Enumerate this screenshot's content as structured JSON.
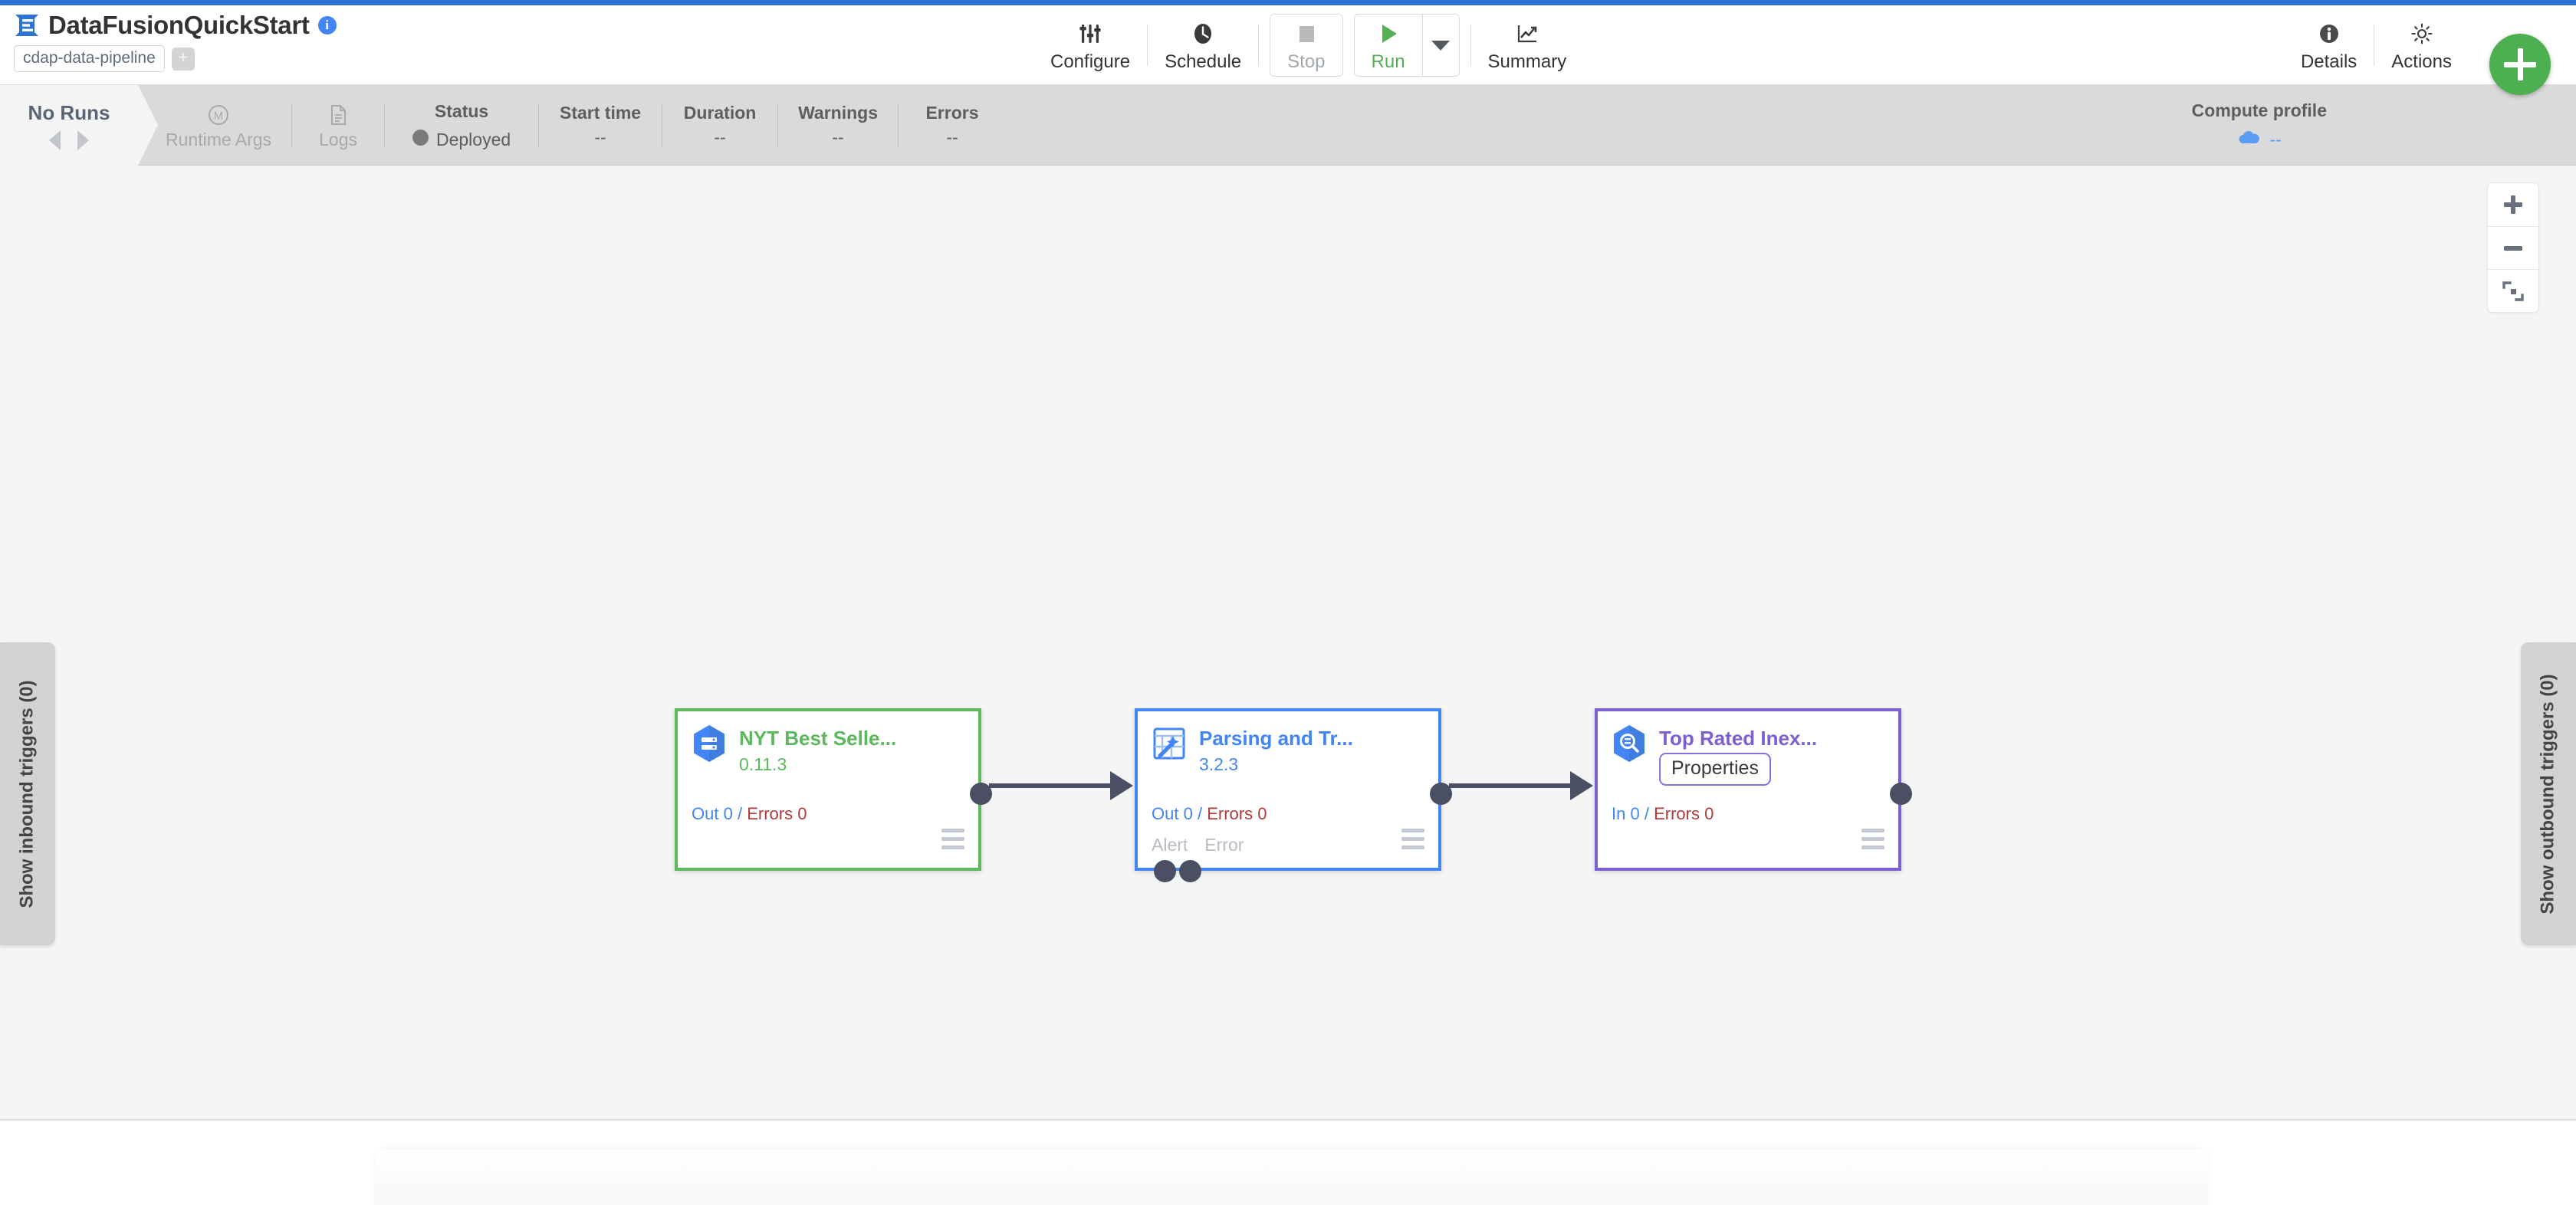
{
  "header": {
    "pipeline_title": "DataFusionQuickStart",
    "info_icon": "info-icon",
    "artifact_type": "cdap-data-pipeline",
    "add_tag_label": "+",
    "actions": [
      {
        "id": "configure",
        "label": "Configure",
        "icon": "sliders-icon"
      },
      {
        "id": "schedule",
        "label": "Schedule",
        "icon": "clock-icon"
      },
      {
        "id": "stop",
        "label": "Stop",
        "icon": "stop-square-icon",
        "disabled": true
      },
      {
        "id": "run",
        "label": "Run",
        "icon": "play-triangle-icon",
        "color": "#54b054"
      },
      {
        "id": "summary",
        "label": "Summary",
        "icon": "line-chart-icon"
      }
    ],
    "right_actions": [
      {
        "id": "details",
        "label": "Details",
        "icon": "info-circle-icon"
      },
      {
        "id": "actions",
        "label": "Actions",
        "icon": "gear-icon"
      }
    ],
    "fab_label": "add-pipeline-node"
  },
  "runbar": {
    "runs_label": "No Runs",
    "prev_run": "previous-run-arrow",
    "next_run": "next-run-arrow",
    "metrics": [
      {
        "id": "runtime-args",
        "head": "Runtime Args",
        "value": "",
        "icon": "macro-m-icon",
        "head_dim": true
      },
      {
        "id": "logs",
        "head": "Logs",
        "value": "",
        "icon": "document-icon",
        "head_dim": true
      },
      {
        "id": "status",
        "head": "Status",
        "value": "Deployed",
        "dot": "#7b7b7b"
      },
      {
        "id": "start-time",
        "head": "Start time",
        "value": "--"
      },
      {
        "id": "duration",
        "head": "Duration",
        "value": "--"
      },
      {
        "id": "warnings",
        "head": "Warnings",
        "value": "--"
      },
      {
        "id": "errors",
        "head": "Errors",
        "value": "--"
      }
    ],
    "compute_profile": {
      "head": "Compute profile",
      "value": "--",
      "icon": "cloud-icon"
    }
  },
  "canvas": {
    "zoom_in": "+",
    "zoom_out": "−",
    "fit_label": "fit-to-screen-icon",
    "left_tab": "Show inbound triggers (0)",
    "right_tab": "Show outbound triggers (0)",
    "nodes": [
      {
        "id": "nyt-best-sellers",
        "name": "NYT Best Selle...",
        "version": "0.11.3",
        "metrics_prefix": "Out 0",
        "metrics_sep": "/",
        "metrics_errors": "Errors 0",
        "icon": "bigquery-source-icon",
        "accent": "#5cb85c",
        "ports": []
      },
      {
        "id": "parsing-and-transform",
        "name": "Parsing and Tr...",
        "version": "3.2.3",
        "metrics_prefix": "Out 0",
        "metrics_sep": "/",
        "metrics_errors": "Errors 0",
        "icon": "wrangler-magic-icon",
        "accent": "#4285f4",
        "ports": [
          "Alert",
          "Error"
        ]
      },
      {
        "id": "top-rated-inexpensive",
        "name": "Top Rated Inex...",
        "version": "",
        "tooltip": "Properties",
        "metrics_prefix": "In 0",
        "metrics_sep": "/",
        "metrics_errors": "Errors 0",
        "icon": "bigquery-sink-icon",
        "accent": "#7b5fd3",
        "ports": []
      }
    ]
  },
  "colors": {
    "brand_blue": "#2d73d2",
    "accent_green": "#4caf50",
    "node_green": "#5cb85c",
    "node_blue": "#4285f4",
    "node_purple": "#7b5fd3",
    "port_dark": "#4a4f63",
    "canvas_bg": "#f5f5f5",
    "runbar_bg": "#dadada"
  }
}
